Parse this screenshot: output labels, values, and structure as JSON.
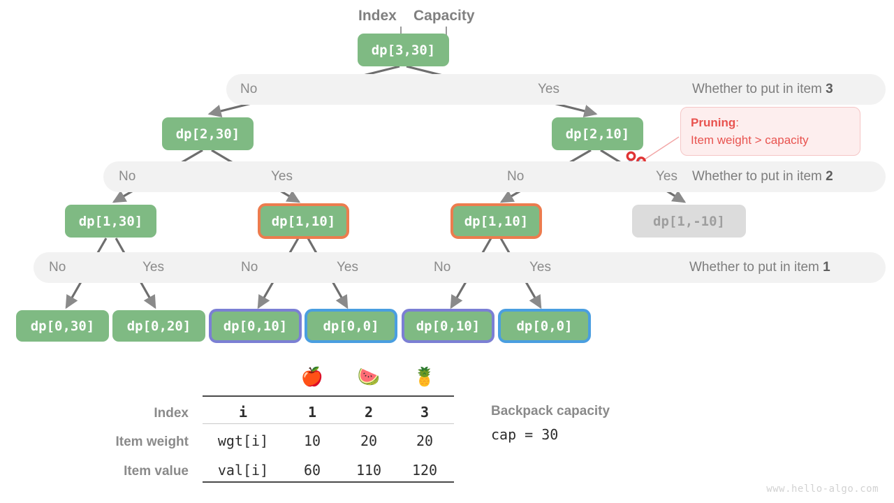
{
  "header": {
    "index_label": "Index",
    "capacity_label": "Capacity"
  },
  "tree": {
    "root": {
      "label": "dp[3,30]"
    },
    "level_bars": [
      {
        "no": "No",
        "yes": "Yes",
        "title_prefix": "Whether to put in item ",
        "title_item": "3"
      },
      {
        "no": "No",
        "yes": "Yes",
        "no2": "No",
        "yes2": "Yes",
        "title_prefix": "Whether to put in item ",
        "title_item": "2"
      },
      {
        "no": "No",
        "yes": "Yes",
        "no2": "No",
        "yes2": "Yes",
        "no3": "No",
        "yes3": "Yes",
        "title_prefix": "Whether to put in item ",
        "title_item": "1"
      }
    ],
    "level2": [
      {
        "label": "dp[2,30]",
        "state": "normal"
      },
      {
        "label": "dp[2,10]",
        "state": "normal"
      }
    ],
    "level3": [
      {
        "label": "dp[1,30]",
        "state": "normal"
      },
      {
        "label": "dp[1,10]",
        "state": "overlap-orange"
      },
      {
        "label": "dp[1,10]",
        "state": "overlap-orange"
      },
      {
        "label": "dp[1,-10]",
        "state": "pruned"
      }
    ],
    "level4": [
      {
        "label": "dp[0,30]",
        "state": "normal"
      },
      {
        "label": "dp[0,20]",
        "state": "normal"
      },
      {
        "label": "dp[0,10]",
        "state": "overlap-purple"
      },
      {
        "label": "dp[0,0]",
        "state": "overlap-blue"
      },
      {
        "label": "dp[0,10]",
        "state": "overlap-purple"
      },
      {
        "label": "dp[0,0]",
        "state": "overlap-blue"
      }
    ]
  },
  "pruning_callout": {
    "title": "Pruning",
    "colon": ":",
    "body": "Item weight > capacity",
    "icon": "scissors-icon"
  },
  "table": {
    "row_labels": [
      "Index",
      "Item weight",
      "Item value"
    ],
    "emojis": [
      "🍎",
      "🍉",
      "🍍"
    ],
    "rows": [
      {
        "name": "i",
        "values": [
          "1",
          "2",
          "3"
        ]
      },
      {
        "name": "wgt[i]",
        "values": [
          "10",
          "20",
          "20"
        ]
      },
      {
        "name": "val[i]",
        "values": [
          "60",
          "110",
          "120"
        ]
      }
    ]
  },
  "capacity_note": {
    "caption": "Backpack capacity",
    "code": "cap = 30"
  },
  "watermark": "www.hello-algo.com",
  "colors": {
    "node_fill": "#7fba83",
    "node_dead": "#dcdcdc",
    "border_orange": "#ec7c4e",
    "border_purple": "#7b7fd4",
    "border_blue": "#4a9ee0",
    "bar_bg": "#f2f2f2",
    "edge": "#6e6e6e",
    "prune_red": "#e8534f"
  }
}
